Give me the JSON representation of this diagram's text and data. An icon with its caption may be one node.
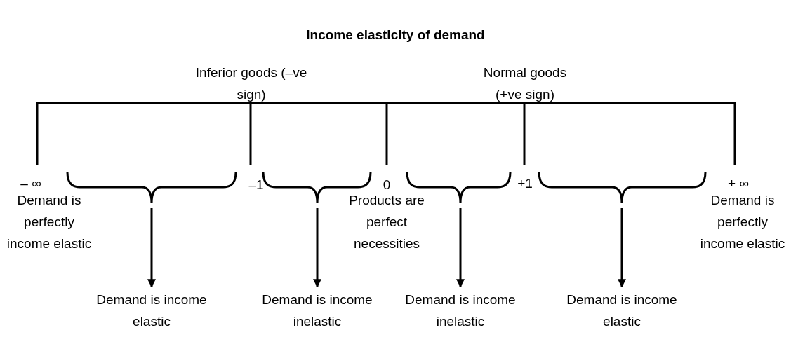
{
  "diagram": {
    "title": "Income elasticity of demand",
    "nodes": [
      {
        "text": [],
        "shape": "brace"
      },
      {
        "text": [],
        "shape": "brace"
      },
      {
        "text": [],
        "shape": "brace"
      },
      {
        "text": [],
        "shape": "brace"
      },
      {
        "text": [
          "Demand is income elastic"
        ]
      },
      {
        "text": [
          "Demand is income inelastic"
        ]
      },
      {
        "text": [
          "Demand is income inelastic"
        ]
      },
      {
        "text": [
          "Demand is income elastic"
        ]
      }
    ],
    "edges": [
      {
        "from": 0,
        "to": 4,
        "arrow": "to"
      },
      {
        "from": 1,
        "to": 5,
        "arrow": "to"
      },
      {
        "from": 2,
        "to": 6,
        "arrow": "to"
      },
      {
        "from": 3,
        "to": 7,
        "arrow": "to"
      }
    ],
    "labels": [
      "Inferior goods (–ve sign)",
      "Normal goods (+ve sign)",
      "– ∞",
      "–1",
      "0",
      "+1",
      "+ ∞",
      "Demand is perfectly income elastic",
      "Products are perfect necessities",
      "Demand is perfectly income elastic"
    ]
  }
}
